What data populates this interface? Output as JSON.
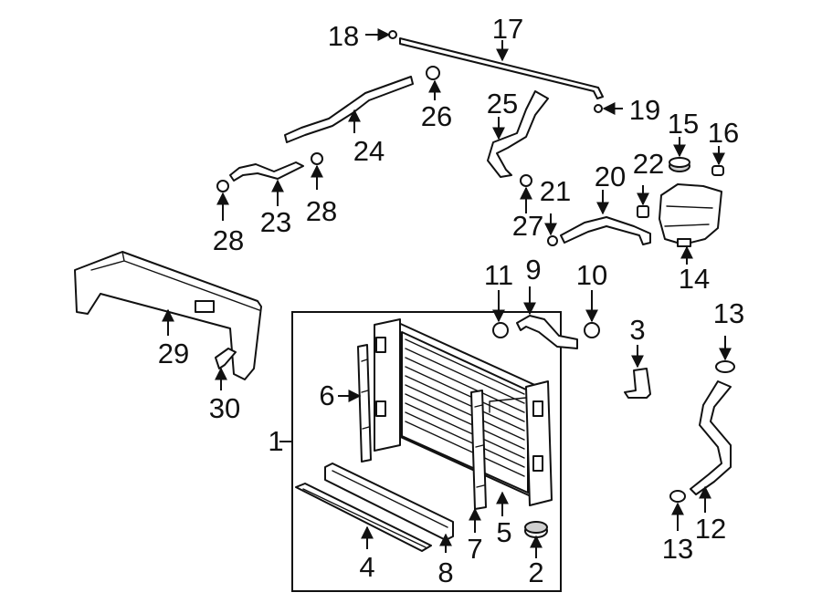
{
  "diagram": {
    "callouts": {
      "c1": "1",
      "c2": "2",
      "c3": "3",
      "c4": "4",
      "c5": "5",
      "c6": "6",
      "c7": "7",
      "c8": "8",
      "c9": "9",
      "c10": "10",
      "c11": "11",
      "c12": "12",
      "c13a": "13",
      "c13b": "13",
      "c14": "14",
      "c15": "15",
      "c16": "16",
      "c17": "17",
      "c18": "18",
      "c19": "19",
      "c20": "20",
      "c21": "21",
      "c22": "22",
      "c23": "23",
      "c24": "24",
      "c25": "25",
      "c26": "26",
      "c27": "27",
      "c28a": "28",
      "c28b": "28",
      "c29": "29",
      "c30": "30"
    }
  }
}
